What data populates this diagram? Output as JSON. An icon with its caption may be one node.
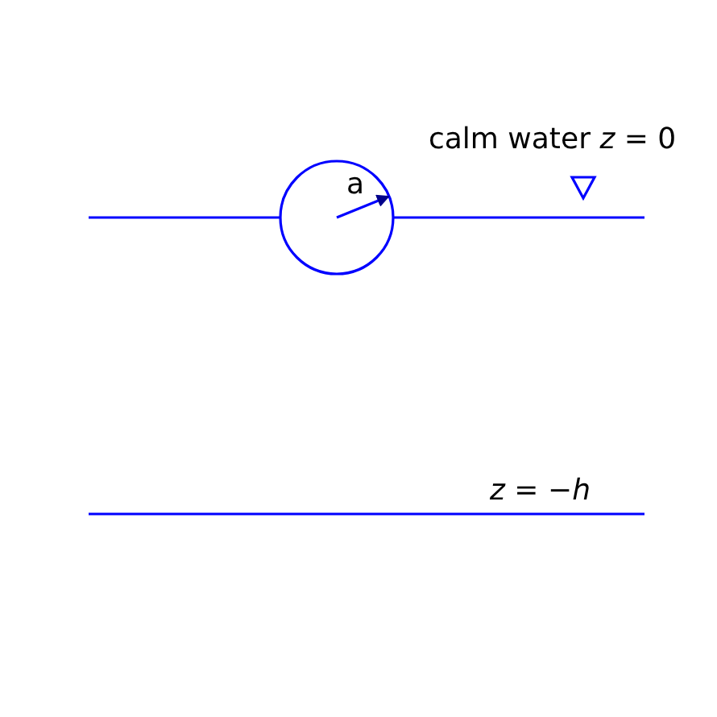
{
  "diagram": {
    "labels": [
      "a",
      "calm water *z* = 0",
      "*z* = −*h*"
    ]
  }
}
